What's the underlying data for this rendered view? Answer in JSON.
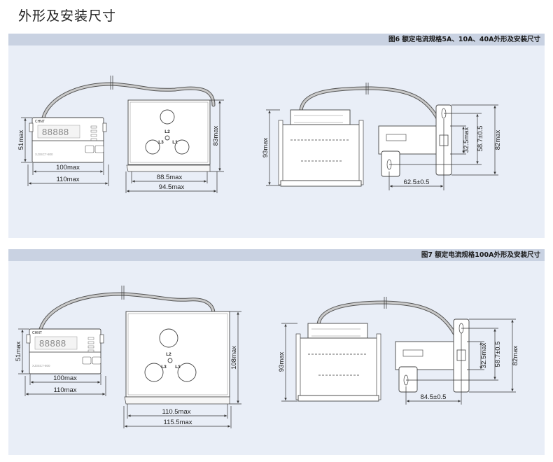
{
  "page_title": "外形及安装尺寸",
  "panels": [
    {
      "caption": "图6 额定电流规格5A、10A、40A外形及安装尺寸",
      "meter": {
        "brand": "CHNT",
        "model": "XJ3SC7-800",
        "dim_height": "51max",
        "dim_width_inner": "100max",
        "dim_width_outer": "110max"
      },
      "ct": {
        "labels": [
          "L2",
          "L3",
          "L1"
        ],
        "dim_height": "83max",
        "dim_width_inner": "88.5max",
        "dim_width_outer": "94.5max"
      },
      "side": {
        "dim_meter_height": "93max",
        "dim_a": "32.5max",
        "dim_b": "58.7±0.5",
        "dim_c": "82max",
        "dim_d": "62.5±0.5"
      }
    },
    {
      "caption": "图7 额定电流规格100A外形及安装尺寸",
      "meter": {
        "brand": "CHNT",
        "model": "XJ3SC7-800",
        "dim_height": "51max",
        "dim_width_inner": "100max",
        "dim_width_outer": "110max"
      },
      "ct": {
        "labels": [
          "L2",
          "L3",
          "L1"
        ],
        "dim_height": "108max",
        "dim_width_inner": "110.5max",
        "dim_width_outer": "115.5max"
      },
      "side": {
        "dim_meter_height": "93max",
        "dim_a": "32.5max",
        "dim_b": "58.7±0.5",
        "dim_c": "82max",
        "dim_d": "84.5±0.5"
      }
    }
  ]
}
